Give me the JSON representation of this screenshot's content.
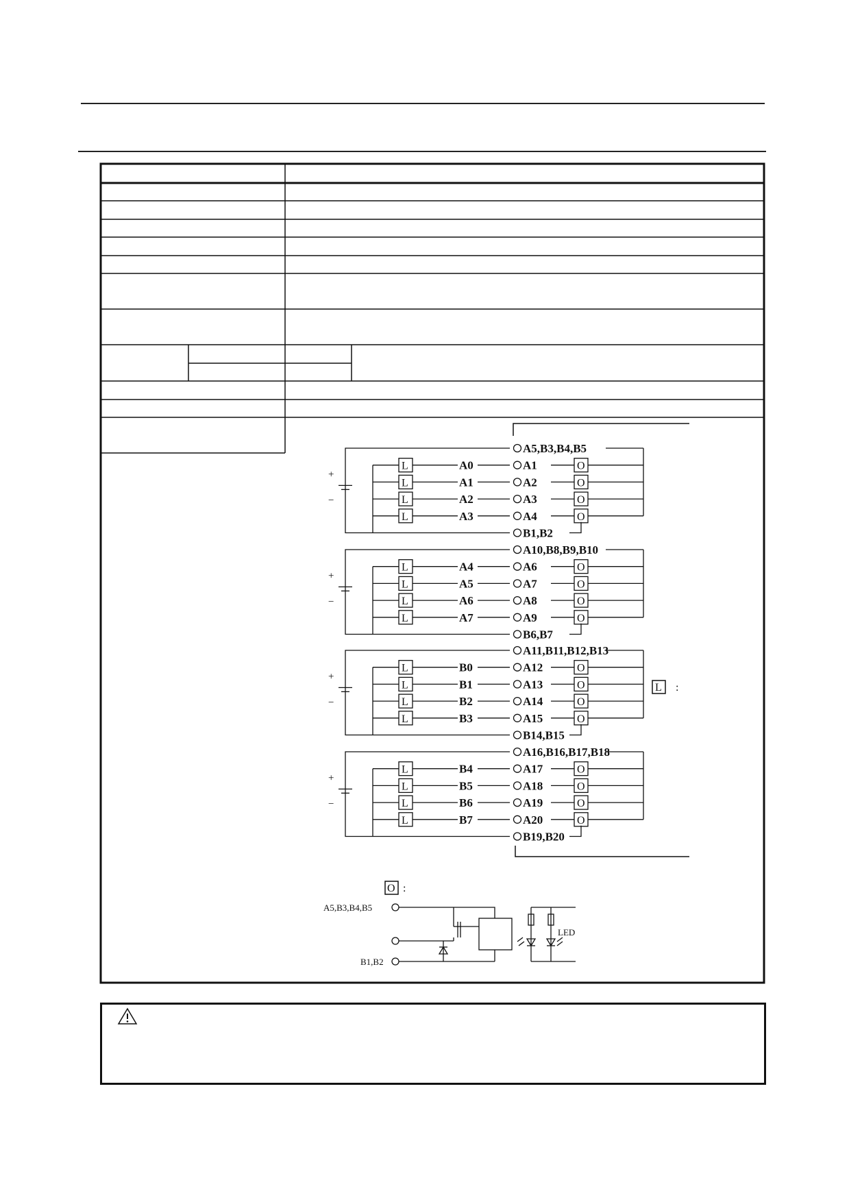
{
  "spec_table": {
    "rows": [
      "",
      "",
      "",
      "",
      "",
      "",
      "",
      "",
      "",
      "",
      "",
      "",
      ""
    ]
  },
  "diagram": {
    "load_symbol": "L",
    "output_symbol": "O",
    "plus_sign": "+",
    "minus_sign": "−",
    "colon": ":",
    "groups": [
      {
        "common_top": "A5,B3,B4,B5",
        "common_bottom": "B1,B2",
        "rows": [
          {
            "signal": "A0",
            "pin": "A1"
          },
          {
            "signal": "A1",
            "pin": "A2"
          },
          {
            "signal": "A2",
            "pin": "A3"
          },
          {
            "signal": "A3",
            "pin": "A4"
          }
        ]
      },
      {
        "common_top": "A10,B8,B9,B10",
        "common_bottom": "B6,B7",
        "rows": [
          {
            "signal": "A4",
            "pin": "A6"
          },
          {
            "signal": "A5",
            "pin": "A7"
          },
          {
            "signal": "A6",
            "pin": "A8"
          },
          {
            "signal": "A7",
            "pin": "A9"
          }
        ]
      },
      {
        "common_top": "A11,B11,B12,B13",
        "common_bottom": "B14,B15",
        "rows": [
          {
            "signal": "B0",
            "pin": "A12"
          },
          {
            "signal": "B1",
            "pin": "A13"
          },
          {
            "signal": "B2",
            "pin": "A14"
          },
          {
            "signal": "B3",
            "pin": "A15"
          }
        ]
      },
      {
        "common_top": "A16,B16,B17,B18",
        "common_bottom": "B19,B20",
        "rows": [
          {
            "signal": "B4",
            "pin": "A17"
          },
          {
            "signal": "B5",
            "pin": "A18"
          },
          {
            "signal": "B6",
            "pin": "A19"
          },
          {
            "signal": "B7",
            "pin": "A20"
          }
        ]
      }
    ],
    "circuit": {
      "top_terminal": "A5,B3,B4,B5",
      "bottom_terminal": "B1,B2",
      "led_label": "LED"
    }
  },
  "caution": {
    "icon": "warning-triangle-icon",
    "text": ""
  }
}
